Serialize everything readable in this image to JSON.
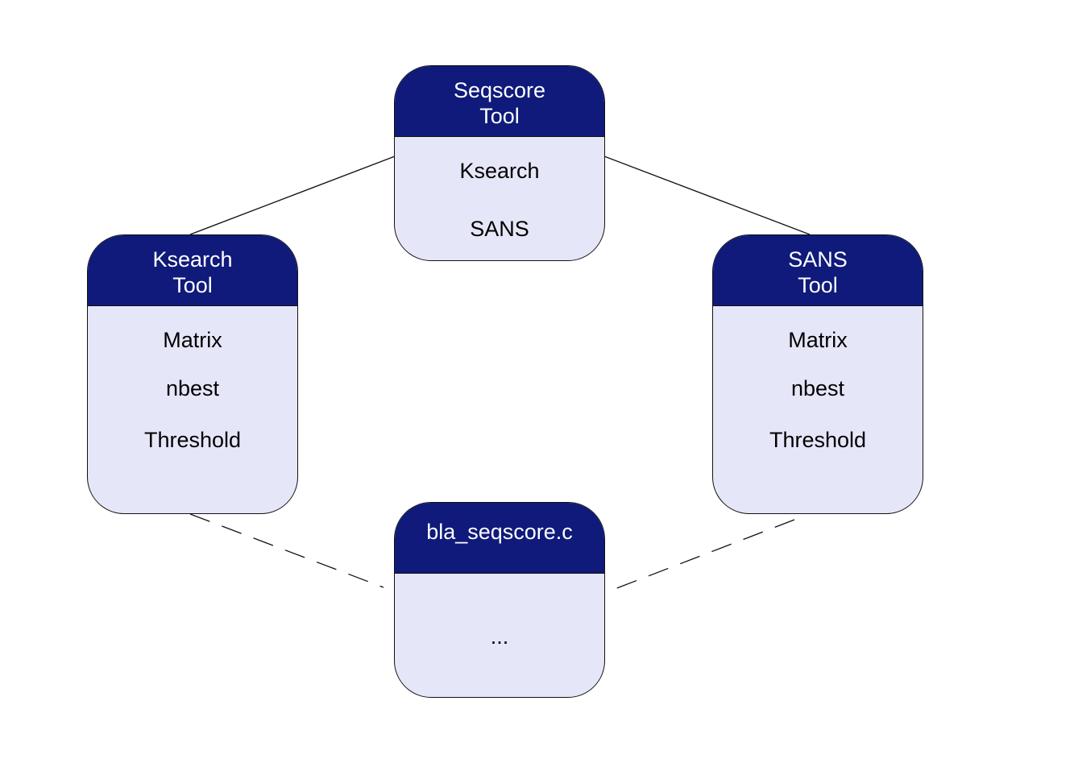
{
  "nodes": {
    "seqscore": {
      "title_line1": "Seqscore",
      "title_line2": "Tool",
      "items": [
        "Ksearch",
        "SANS"
      ]
    },
    "ksearch": {
      "title_line1": "Ksearch",
      "title_line2": "Tool",
      "items": [
        "Matrix",
        "nbest",
        "Threshold"
      ]
    },
    "sans": {
      "title_line1": "SANS",
      "title_line2": "Tool",
      "items": [
        "Matrix",
        "nbest",
        "Threshold"
      ]
    },
    "bla": {
      "title": "bla_seqscore.c",
      "items": [
        "..."
      ]
    }
  },
  "colors": {
    "header_fill": "#0f1a7a",
    "body_fill": "#e6e6f9",
    "border": "#111111",
    "header_text": "#ffffff",
    "body_text": "#000000"
  }
}
